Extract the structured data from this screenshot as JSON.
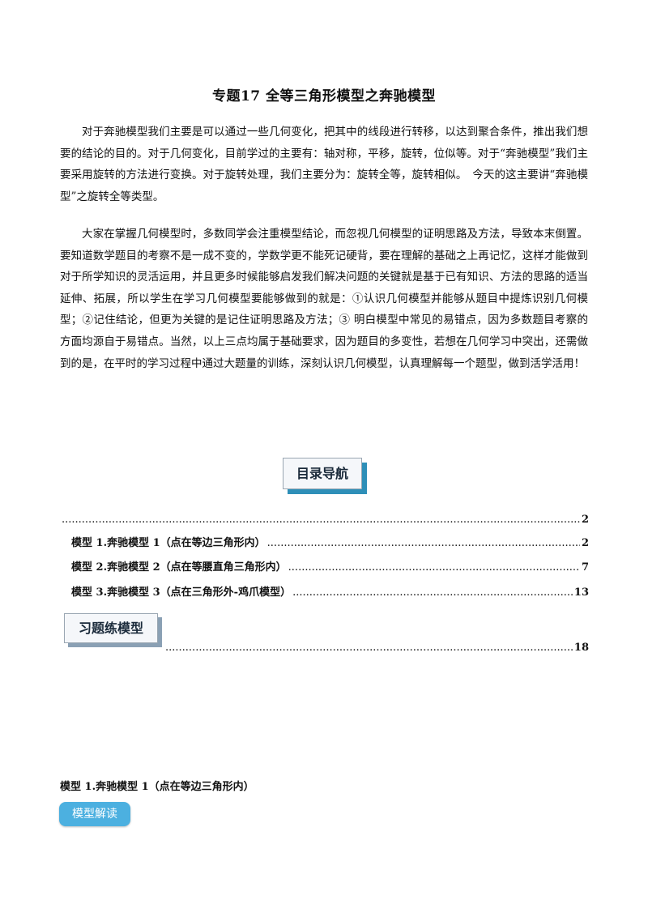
{
  "title": "专题17  全等三角形模型之奔驰模型",
  "paragraphs": [
    "对于奔驰模型我们主要是可以通过一些几何变化，把其中的线段进行转移，以达到聚合条件，推出我们想要的结论的目的。对于几何变化，目前学过的主要有：轴对称，平移，旋转，位似等。对于“奔驰模型”我们主要采用旋转的方法进行变换。对于旋转处理，我们主要分为：旋转全等，旋转相似。　今天的这主要讲“奔驰模型”之旋转全等类型。",
    "大家在掌握几何模型时，多数同学会注重模型结论，而忽视几何模型的证明思路及方法，导致本末倒置。要知道数学题目的考察不是一成不变的，学数学更不能死记硬背，要在理解的基础之上再记忆，这样才能做到对于所学知识的灵活运用，并且更多时候能够启发我们解决问题的关键就是基于已有知识、方法的思路的适当延伸、拓展，所以学生在学习几何模型要能够做到的就是：①认识几何模型并能够从题目中提炼识别几何模型；②记住结论，但更为关键的是记住证明思路及方法；③ 明白模型中常见的易错点，因为多数题目考察的方面均源自于易错点。当然，以上三点均属于基础要求，因为题目的多变性，若想在几何学习中突出，还需做到的是，在平时的学习过程中通过大题量的训练，深刻认识几何模型，认真理解每一个题型，做到活学活用！"
  ],
  "nav_title": "目录导航",
  "toc": [
    {
      "label": "",
      "page": "2"
    },
    {
      "label": "模型 1.奔驰模型 1（点在等边三角形内）",
      "page": "2"
    },
    {
      "label": "模型 2.奔驰模型 2（点在等腰直角三角形内）",
      "page": "7"
    },
    {
      "label": "模型 3.奔驰模型 3（点在三角形外-鸡爪模型）",
      "page": "13"
    },
    {
      "label": "",
      "page": "18"
    }
  ],
  "practice_title": "习题练模型",
  "section_heading": "模型 1.奔驰模型 1（点在等边三角形内）",
  "interpret_label": "模型解读",
  "colors": {
    "nav_shadow": "#2e8fb8",
    "pill_bg": "#4cb0e0"
  }
}
